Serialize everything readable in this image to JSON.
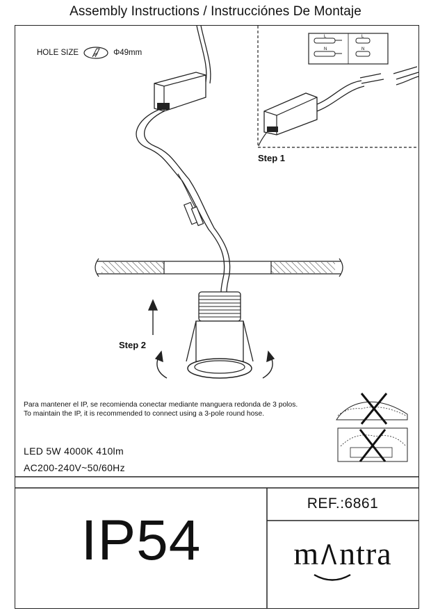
{
  "header": {
    "title": "Assembly Instructions / Instrucciónes De Montaje"
  },
  "hole": {
    "label": "HOLE SIZE",
    "diameter": "Φ49mm",
    "icon": "drill-hole-icon"
  },
  "steps": {
    "step1": "Step 1",
    "step2": "Step 2"
  },
  "wiring": {
    "line_label": "L",
    "neutral_label": "N"
  },
  "note": {
    "es": "Para mantener el IP, se recomienda conectar mediante manguera redonda de 3 polos.",
    "en": "To maintain the IP, it is recommended to connect using a 3-pole round hose."
  },
  "specs": {
    "led": "LED 5W 4000K 410lm",
    "power": "AC200-240V~50/60Hz"
  },
  "product": {
    "ref": "REF.:6861",
    "ip_rating": "IP54",
    "brand_prefix": "m",
    "brand_suffix": "ntra"
  },
  "colors": {
    "ink": "#111111",
    "background": "#ffffff"
  }
}
